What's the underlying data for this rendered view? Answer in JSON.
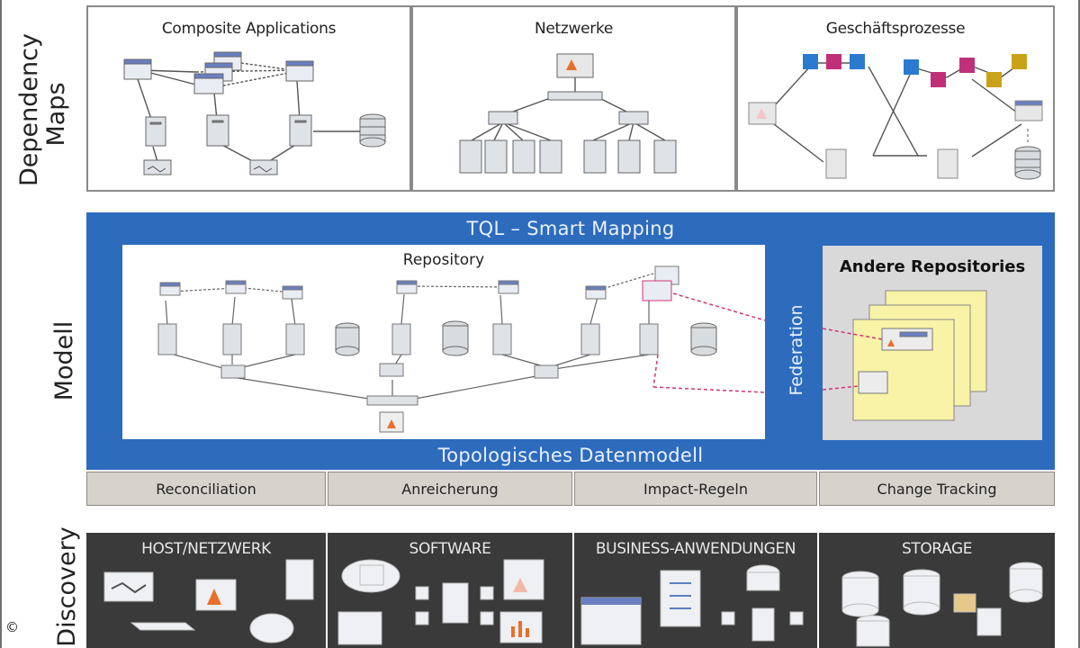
{
  "side_labels": {
    "dependency_line1": "Dependency",
    "dependency_line2": "Maps",
    "modell": "Modell",
    "discovery": "Discovery"
  },
  "dependency_maps": {
    "composite_title": "Composite Applications",
    "netzwerke_title": "Netzwerke",
    "geschaeft_title": "Geschäftsprozesse"
  },
  "modell": {
    "band_title": "TQL – Smart Mapping",
    "repository_title": "Repository",
    "federation_label": "Federation",
    "other_title": "Andere Repositories",
    "footer_title": "Topologisches Datenmodell",
    "tabs": [
      "Reconciliation",
      "Anreicherung",
      "Impact-Regeln",
      "Change Tracking"
    ]
  },
  "discovery": {
    "panels": [
      "HOST/NETZWERK",
      "SOFTWARE",
      "BUSINESS-ANWENDUNGEN",
      "STORAGE"
    ]
  },
  "copyright": "©",
  "colors": {
    "band_blue": "#2d6bbd",
    "discovery_dark": "#3a3a3a",
    "tab_bg": "#d6d3cc",
    "process_blue": "#2a7bd0",
    "process_magenta": "#c0307a",
    "process_gold": "#c9a21a",
    "repo_yellow": "#f8f3a6",
    "federation_link": "#d2357a"
  }
}
